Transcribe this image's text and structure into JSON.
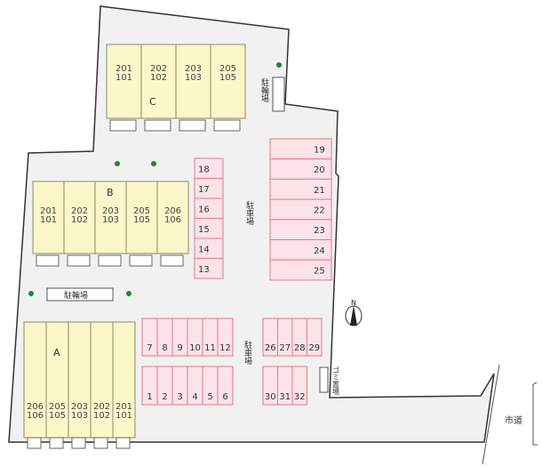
{
  "buildings": {
    "C": {
      "label": "C",
      "units": [
        [
          "201",
          "101"
        ],
        [
          "202",
          "102"
        ],
        [
          "203",
          "103"
        ],
        [
          "205",
          "105"
        ]
      ]
    },
    "B": {
      "label": "B",
      "units": [
        [
          "201",
          "101"
        ],
        [
          "202",
          "102"
        ],
        [
          "203",
          "103"
        ],
        [
          "205",
          "105"
        ],
        [
          "206",
          "106"
        ]
      ]
    },
    "A": {
      "label": "A",
      "units": [
        [
          "206",
          "106"
        ],
        [
          "205",
          "105"
        ],
        [
          "203",
          "103"
        ],
        [
          "202",
          "102"
        ],
        [
          "201",
          "101"
        ]
      ]
    }
  },
  "parking": {
    "col_13_18": [
      "18",
      "17",
      "16",
      "15",
      "14",
      "13"
    ],
    "col_19_25": [
      "19",
      "20",
      "21",
      "22",
      "23",
      "24",
      "25"
    ],
    "row_7_12": [
      "7",
      "8",
      "9",
      "10",
      "11",
      "12"
    ],
    "row_1_6": [
      "1",
      "2",
      "3",
      "4",
      "5",
      "6"
    ],
    "row_26_29": [
      "26",
      "27",
      "28",
      "29"
    ],
    "row_30_32": [
      "30",
      "31",
      "32"
    ]
  },
  "labels": {
    "parking_lot": "駐車場",
    "bike_parking": "駐輪場",
    "garbage": "ゴミ置場",
    "city_road": "市道",
    "north": "N"
  },
  "colors": {
    "site": "#f1f1f1",
    "building": "#fbf7c8",
    "parking": "#fbe3e8",
    "tree": "#1a8a2a"
  }
}
